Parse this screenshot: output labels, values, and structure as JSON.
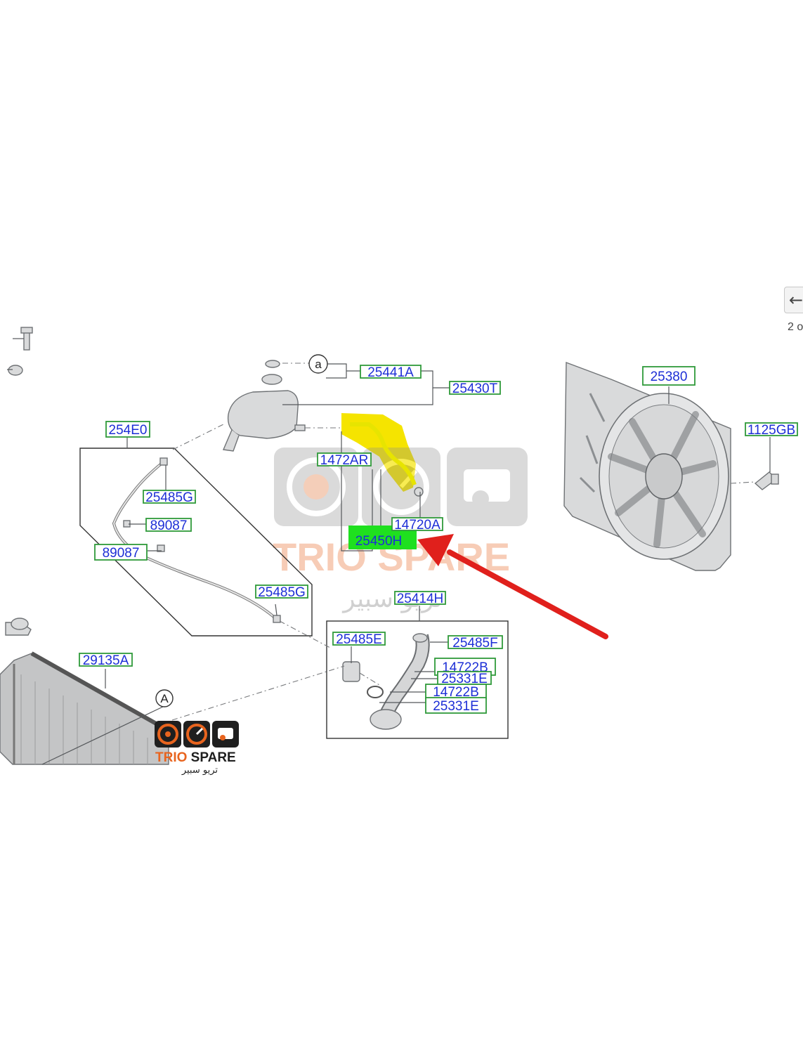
{
  "navigation": {
    "prev_icon": "arrow-left-icon",
    "page_indicator": "2 o"
  },
  "diagram": {
    "reference_markers": [
      "a",
      "A"
    ],
    "parts": [
      "25441A",
      "25430T",
      "254E0",
      "1472AR",
      "25485G",
      "89087",
      "89087",
      "14720A",
      "25450H",
      "25485G",
      "25414H",
      "25485E",
      "25485F",
      "14722B",
      "25331E",
      "14722B",
      "25331E",
      "29135A",
      "25380",
      "1125GB"
    ],
    "highlighted_part": "25450H",
    "highlight_colors": {
      "yellow": "#f5e400",
      "green": "#1fe01f",
      "arrow": "#e0201c"
    }
  },
  "watermark": {
    "brand": "TRIO SPARE",
    "arabic": "تريو سبير",
    "colors": {
      "orange": "#e8641e",
      "dark": "#1f1f1f"
    }
  }
}
